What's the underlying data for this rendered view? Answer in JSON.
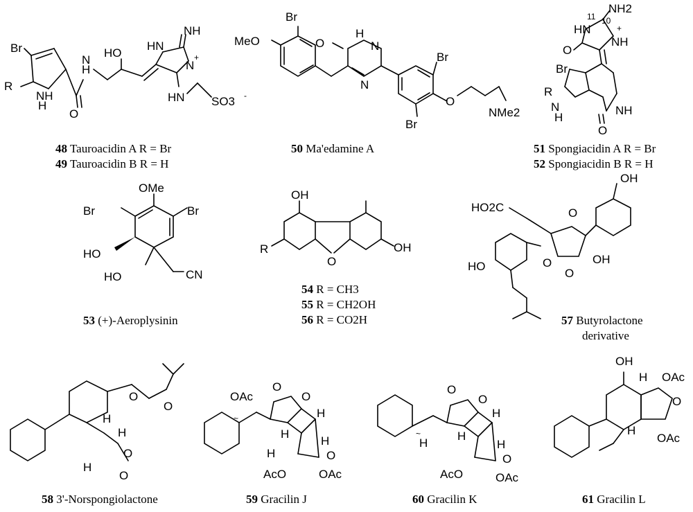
{
  "compounds": [
    {
      "id": "48",
      "name": "Tauroacidin A",
      "sub": "R = Br"
    },
    {
      "id": "49",
      "name": "Tauroacidin B",
      "sub": "R = H"
    },
    {
      "id": "50",
      "name": "Ma'edamine A",
      "sub": ""
    },
    {
      "id": "51",
      "name": "Spongiacidin A",
      "sub": "R = Br"
    },
    {
      "id": "52",
      "name": "Spongiacidin B",
      "sub": "R = H"
    },
    {
      "id": "53",
      "name": "(+)-Aeroplysinin",
      "sub": ""
    },
    {
      "id": "54",
      "name": "",
      "sub": "R = CH3"
    },
    {
      "id": "55",
      "name": "",
      "sub": "R = CH2OH"
    },
    {
      "id": "56",
      "name": "",
      "sub": "R = CO2H"
    },
    {
      "id": "57",
      "name": "Butyrolactone",
      "sub": "derivative"
    },
    {
      "id": "58",
      "name": "3'-Norspongiolactone",
      "sub": ""
    },
    {
      "id": "59",
      "name": "Gracilin J",
      "sub": ""
    },
    {
      "id": "60",
      "name": "Gracilin K",
      "sub": ""
    },
    {
      "id": "61",
      "name": "Gracilin L",
      "sub": ""
    }
  ],
  "atom_labels": {
    "br": "Br",
    "r": "R",
    "h": "H",
    "nh": "NH",
    "hn": "HN",
    "o": "O",
    "oh": "OH",
    "ho": "HO",
    "n": "N",
    "n_plus": "+",
    "so3": "SO3",
    "so3_charge": "-",
    "meo": "MeO",
    "nme2": "NMe2",
    "nh2": "NH2",
    "num11": "11",
    "num10": "10",
    "ome": "OMe",
    "cn": "CN",
    "ho2c": "HO2C",
    "oac": "OAc",
    "aco": "AcO",
    "tilde": "~"
  }
}
